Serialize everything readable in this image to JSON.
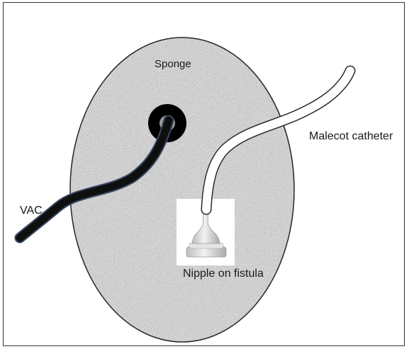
{
  "labels": {
    "sponge": "Sponge",
    "malecot_catheter": "Malecot catheter",
    "vac": "VAC",
    "nipple_on_fistula": "Nipple on fistula"
  },
  "colors": {
    "sponge_base": "#8e8e8e",
    "sponge_outline": "#262626",
    "vac_tube": "#0f0f0f",
    "vac_tube_edge": "#3b4a66",
    "catheter_fill": "#ffffff",
    "catheter_outline": "#2a2a2a",
    "port_ring": "#000000",
    "nipple_panel": "#ffffff",
    "nipple_silicone": "#d8d8d8",
    "label_text": "#1a1a1a"
  },
  "icons": {
    "nipple": "nipple-icon",
    "port": "port-ring-icon"
  }
}
